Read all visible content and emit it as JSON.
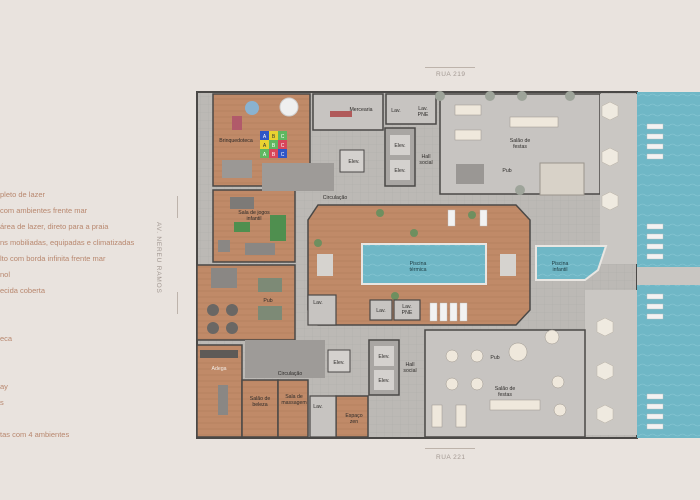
{
  "legend": [
    "pleto de lazer",
    "com ambientes frente mar",
    "área de lazer, direto para a praia",
    "ns mobiliadas, equipadas e climatizadas",
    "lto com borda infinita frente mar",
    "nol",
    "ecida coberta",
    "eca",
    "ay",
    "s",
    "tas com 4 ambientes"
  ],
  "streets": {
    "north": "RUA 219",
    "south": "RUA 221",
    "west": "AV. NEREU RAMOS"
  },
  "rooms": {
    "brinquedoteca": "Brinquedoteca",
    "mercearia": "Mercearia",
    "lav_pne_top": "Lav.\nPNE",
    "lav_top": "Lav.",
    "elev_top_a": "Elev.",
    "elev_top_b": "Elev.",
    "elev_top_c": "Elev.",
    "hall_social_top": "Hall\nsocial",
    "salao_festas_top": "Salão de\nfestas",
    "pub_top": "Pub",
    "circulacao_top": "Circulação",
    "sala_jogos": "Sala de jogos\ninfantil",
    "pub_left": "Pub",
    "piscina_termica": "Piscina\ntérmica",
    "piscina_infantil": "Piscina\ninfantil",
    "lav_mid": "Lav.",
    "lav_mid2": "Lav.",
    "lav_pne_mid": "Lav.\nPNE",
    "adega": "Adega",
    "circulacao_bottom": "Circulação",
    "elev_bottom_a": "Elev.",
    "elev_bottom_b": "Elev.",
    "elev_bottom_c": "Elev.",
    "hall_social_bottom": "Hall\nsocial",
    "pub_bottom": "Pub",
    "salao_festas_bottom": "Salão de\nfestas",
    "salao_beleza": "Salão de\nbeleza",
    "sala_massagem": "Sala de\nmassagem",
    "lav_bottom": "Lav.",
    "espaco_zen": "Espaço\nzen"
  },
  "toy_blocks": [
    "A",
    "B",
    "C",
    "A",
    "B",
    "C",
    "A",
    "B",
    "C"
  ],
  "colors": {
    "background": "#e9e3de",
    "wood_deck": "#c08a68",
    "pool_water": "#6fb7c6",
    "floor_concrete": "#b9b6b3",
    "wall": "#4a4846",
    "legend_text": "#b8876e"
  }
}
